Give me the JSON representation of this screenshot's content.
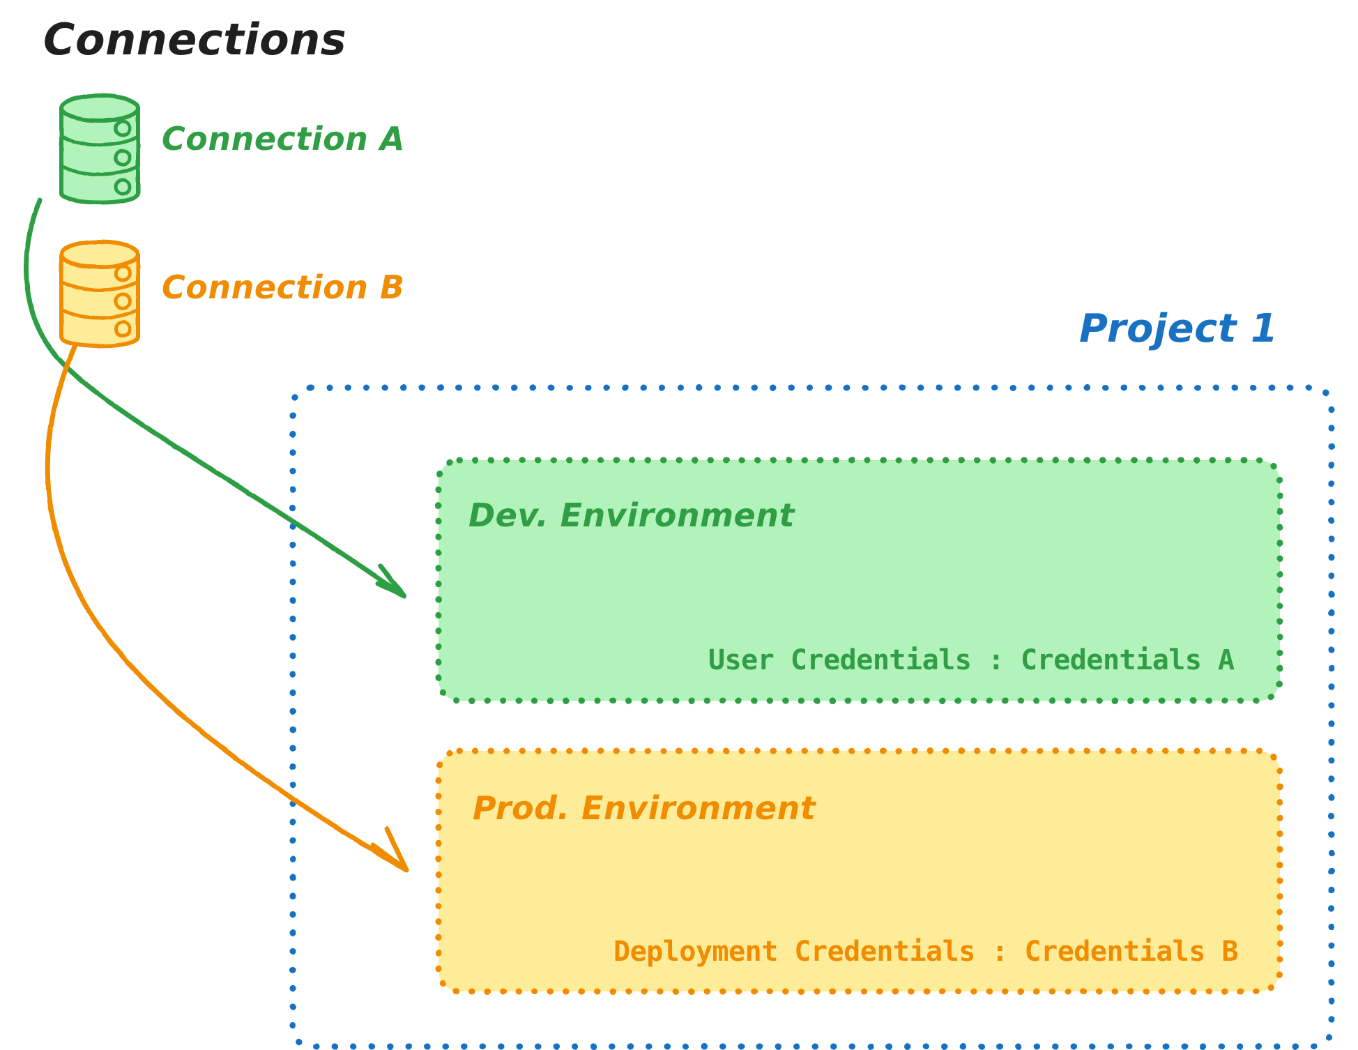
{
  "page": {
    "background": "#ffffff",
    "title": "Connections"
  },
  "palette": {
    "title_color": "#1f1f1f",
    "green_stroke": "#2f9e44",
    "green_fill": "#b2f2bb",
    "green_text": "#2f9e44",
    "orange_stroke": "#f08c00",
    "orange_fill": "#ffec99",
    "orange_text": "#f08c00",
    "blue_stroke": "#1971c2",
    "blue_text": "#1971c2"
  },
  "connections_panel": {
    "heading": "Connections",
    "items": [
      {
        "label": "Connection A",
        "icon": "database-cylinder-icon",
        "color": "#2f9e44",
        "fill": "#b2f2bb"
      },
      {
        "label": "Connection B",
        "icon": "database-cylinder-icon",
        "color": "#f08c00",
        "fill": "#ffec99"
      }
    ]
  },
  "project": {
    "label": "Project 1",
    "color": "#1971c2",
    "border_style": "dotted",
    "environments": [
      {
        "name": "dev",
        "title": "Dev. Environment",
        "detail_key": "User Credentials",
        "detail_separator": ":",
        "detail_value": "Credentials A",
        "detail_text": "User Credentials : Credentials A",
        "color": "#2f9e44",
        "fill": "#b2f2bb"
      },
      {
        "name": "prod",
        "title": "Prod. Environment",
        "detail_key": "Deployment Credentials",
        "detail_separator": ":",
        "detail_value": "Credentials B",
        "detail_text": "Deployment Credentials : Credentials B",
        "color": "#f08c00",
        "fill": "#ffec99"
      }
    ]
  },
  "arrows": [
    {
      "name": "connection-a-to-dev-environment",
      "from": "Connection A",
      "to": "Dev. Environment",
      "color": "#2f9e44"
    },
    {
      "name": "connection-b-to-prod-environment",
      "from": "Connection B",
      "to": "Prod. Environment",
      "color": "#f08c00"
    }
  ]
}
